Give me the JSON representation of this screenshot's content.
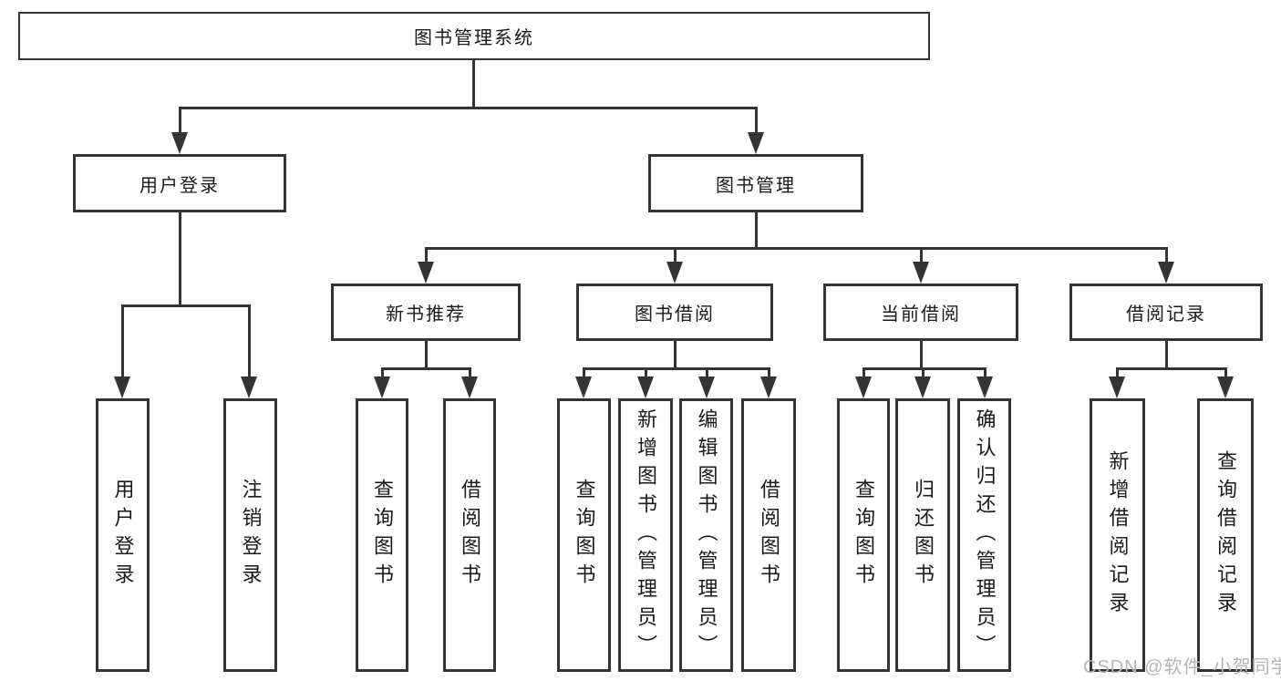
{
  "tree": {
    "root": "图书管理系统",
    "user_login": {
      "label": "用户登录",
      "children": [
        "用户登录",
        "注销登录"
      ]
    },
    "book_management": {
      "label": "图书管理",
      "groups": [
        {
          "label": "新书推荐",
          "children": [
            "查询图书",
            "借阅图书"
          ]
        },
        {
          "label": "图书借阅",
          "children": [
            "查询图书",
            "新增图书（管理员）",
            "编辑图书（管理员）",
            "借阅图书"
          ]
        },
        {
          "label": "当前借阅",
          "children": [
            "查询图书",
            "归还图书",
            "确认归还（管理员）"
          ]
        },
        {
          "label": "借阅记录",
          "children": [
            "新增借阅记录",
            "查询借阅记录"
          ]
        }
      ]
    }
  },
  "watermark": {
    "text": "CSDN @软件_小贺同学"
  },
  "colors": {
    "line": "#343434",
    "text": "#1a1a1a",
    "watermark_text": "#b5b5b5",
    "background": "#ffffff"
  }
}
